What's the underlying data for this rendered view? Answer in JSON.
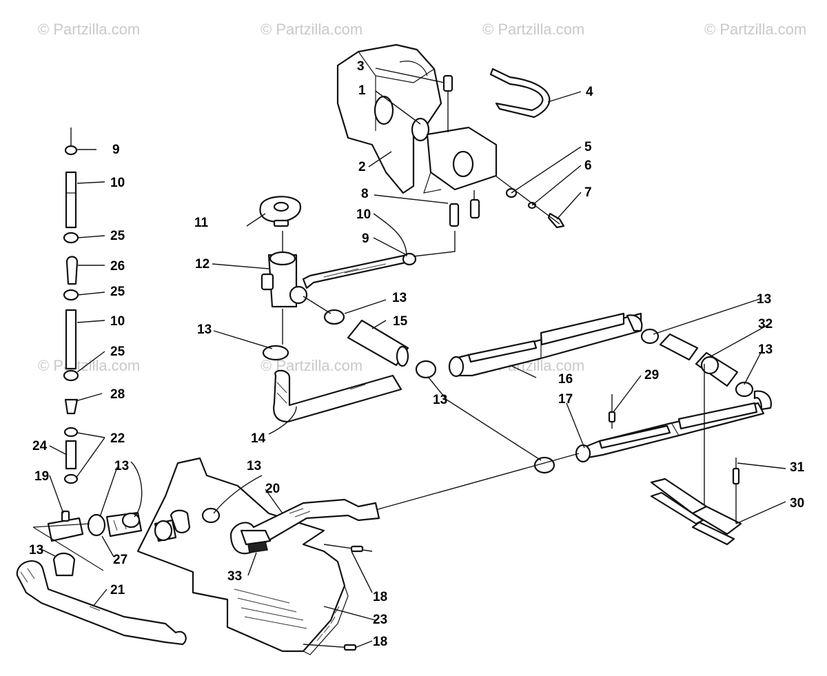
{
  "watermarks": [
    "© Partzilla.com",
    "© Partzilla.com",
    "© Partzilla.com",
    "© Partzilla.com",
    "© Partzilla.com",
    "© Partzilla.com",
    "© Partzilla.com"
  ],
  "callouts": {
    "c1": "1",
    "c2": "2",
    "c3": "3",
    "c4": "4",
    "c5": "5",
    "c6": "6",
    "c7": "7",
    "c8": "8",
    "c9a": "9",
    "c9b": "9",
    "c10a": "10",
    "c10b": "10",
    "c10c": "10",
    "c11": "11",
    "c12": "12",
    "c13a": "13",
    "c13b": "13",
    "c13c": "13",
    "c13d": "13",
    "c13e": "13",
    "c13f": "13",
    "c13g": "13",
    "c13h": "13",
    "c14": "14",
    "c15": "15",
    "c16": "16",
    "c17": "17",
    "c18a": "18",
    "c18b": "18",
    "c19": "19",
    "c20": "20",
    "c21": "21",
    "c22": "22",
    "c23": "23",
    "c24": "24",
    "c25a": "25",
    "c25b": "25",
    "c25c": "25",
    "c26": "26",
    "c27": "27",
    "c28": "28",
    "c29": "29",
    "c30": "30",
    "c31": "31",
    "c32": "32",
    "c33": "33"
  }
}
